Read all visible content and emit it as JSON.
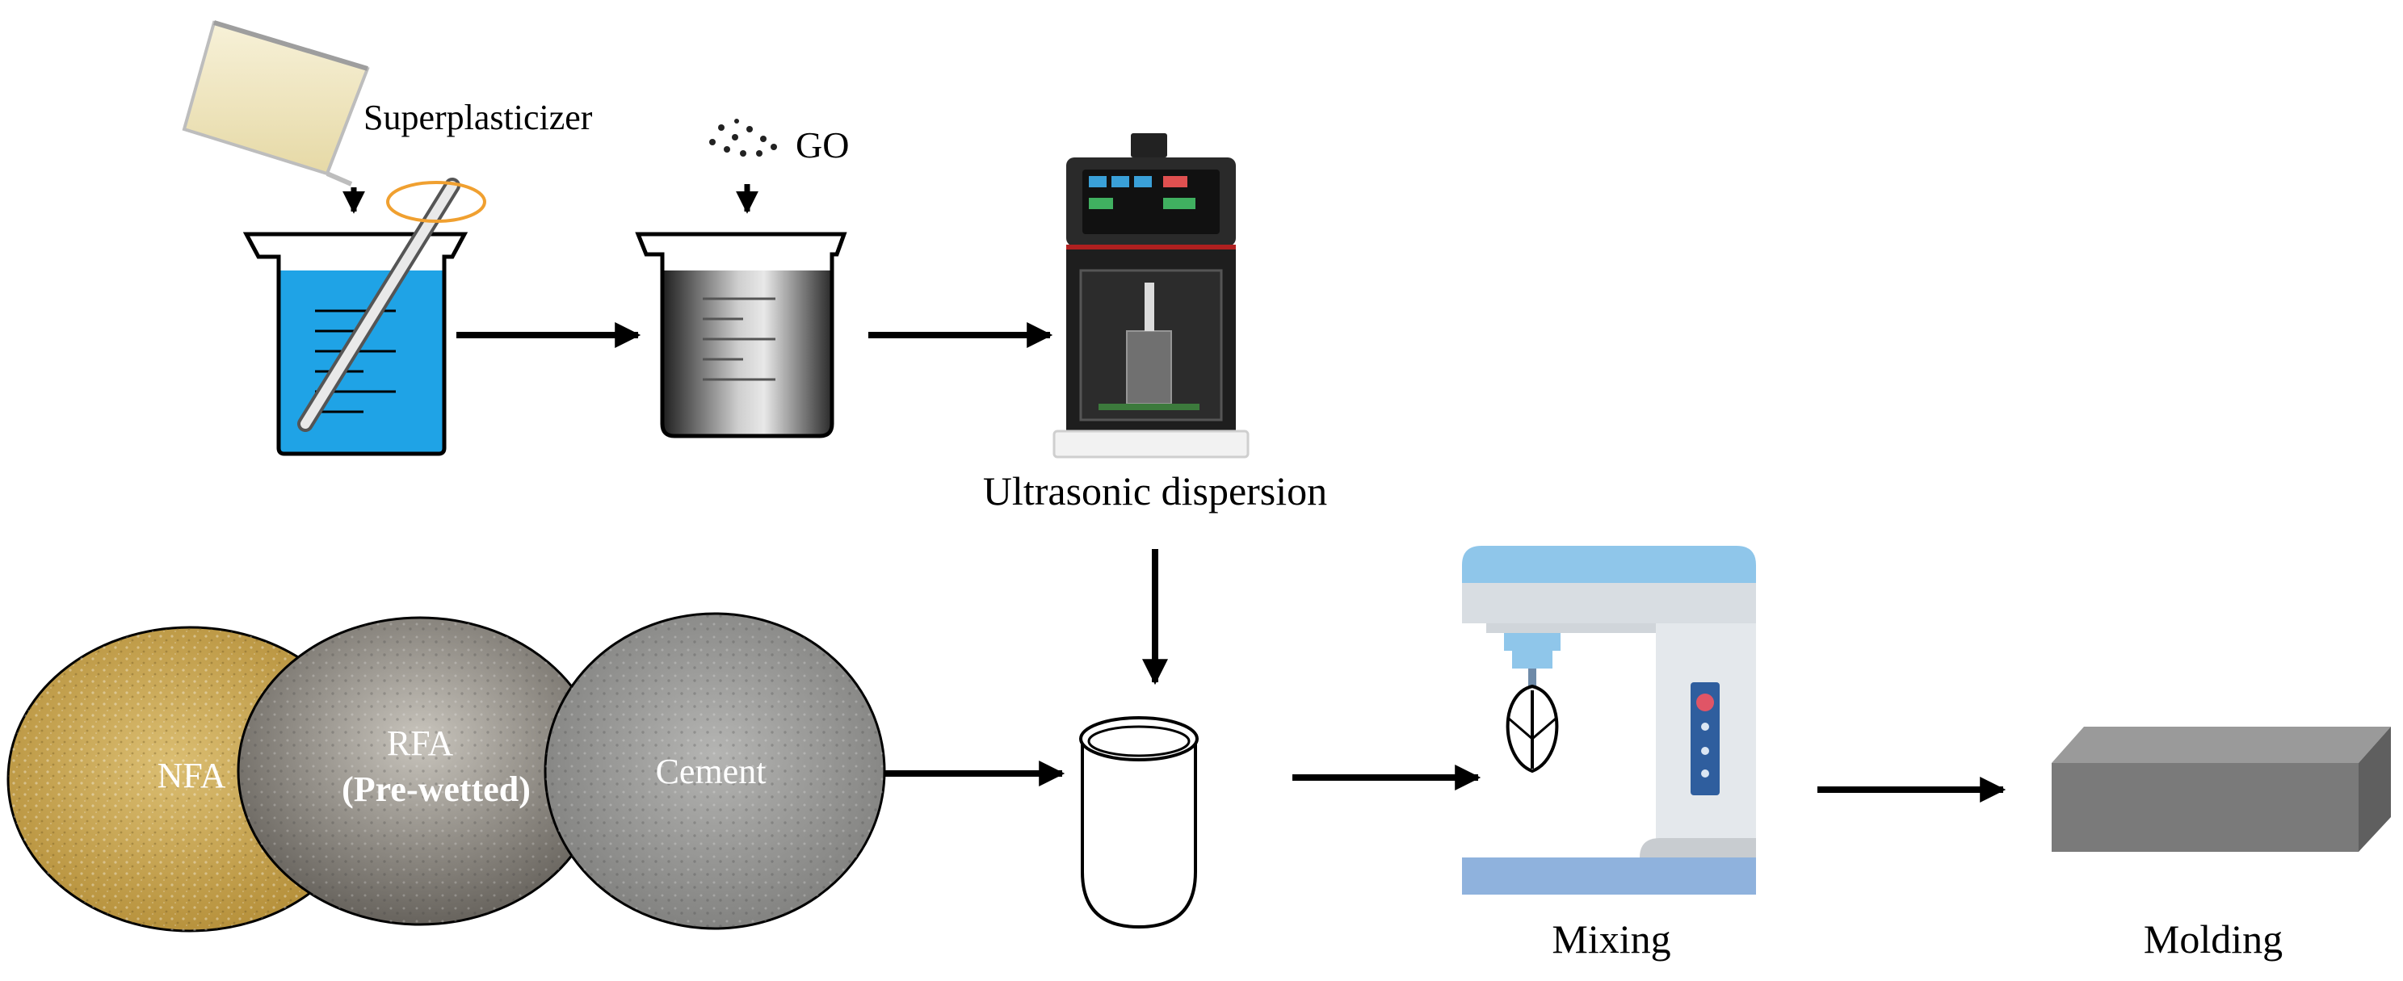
{
  "labels": {
    "superplasticizer": "Superplasticizer",
    "go": "GO",
    "ultrasonic": "Ultrasonic dispersion",
    "mixing": "Mixing",
    "molding": "Molding"
  },
  "materials": {
    "nfa": "NFA",
    "rfa_line1": "RFA",
    "rfa_line2": "(Pre-wetted)",
    "cement": "Cement"
  },
  "colors": {
    "water": "#1fa3e6",
    "go_liquid": "#3a3a3a",
    "sand": "#c9a24a",
    "rfa": "#9a958c",
    "cement": "#9c9c9c",
    "mixer_blue": "#8fc6ea",
    "mixer_panel": "#2f5e9e",
    "block": "#6e6e6e"
  }
}
